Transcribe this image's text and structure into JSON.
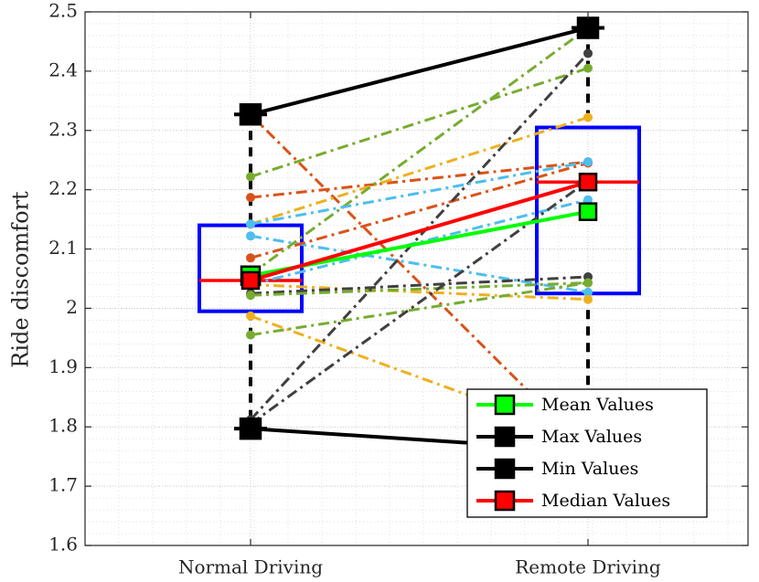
{
  "chart_data": {
    "type": "box",
    "ylabel": "Ride discomfort",
    "xlabel": "",
    "ylim": [
      1.6,
      2.5
    ],
    "yticks": [
      1.6,
      1.7,
      1.8,
      1.9,
      2,
      2.1,
      2.2,
      2.3,
      2.4,
      2.5
    ],
    "ytick_labels": [
      "1.6",
      "1.7",
      "1.8",
      "1.9",
      "2",
      "2.1",
      "2.2",
      "2.3",
      "2.4",
      "2.5"
    ],
    "categories": [
      "Normal Driving",
      "Remote Driving"
    ],
    "grid": true,
    "minor_grid": true,
    "legend_position": "bottom-right",
    "box": {
      "normal": {
        "q1": 1.995,
        "q3": 2.14,
        "median": 2.047,
        "mean": 2.055,
        "min": 1.797,
        "max": 2.327
      },
      "remote": {
        "q1": 2.025,
        "q3": 2.305,
        "median": 2.213,
        "mean": 2.163,
        "min": 1.76,
        "max": 2.473
      }
    },
    "participants": [
      {
        "normal": 2.327,
        "remote": 1.76,
        "color": "#D95319"
      },
      {
        "normal": 2.222,
        "remote": 2.405,
        "color": "#77AC30"
      },
      {
        "normal": 2.187,
        "remote": 2.247,
        "color": "#D95319"
      },
      {
        "normal": 2.142,
        "remote": 2.322,
        "color": "#EDB120"
      },
      {
        "normal": 2.122,
        "remote": 2.027,
        "color": "#4DBEEE"
      },
      {
        "normal": 2.085,
        "remote": 2.245,
        "color": "#D95319"
      },
      {
        "normal": 2.057,
        "remote": 2.473,
        "color": "#77AC30"
      },
      {
        "normal": 2.04,
        "remote": 2.183,
        "color": "#4DBEEE"
      },
      {
        "normal": 2.04,
        "remote": 2.015,
        "color": "#EDB120"
      },
      {
        "normal": 2.025,
        "remote": 2.053,
        "color": "#404040"
      },
      {
        "normal": 2.022,
        "remote": 2.043,
        "color": "#77AC30"
      },
      {
        "normal": 1.987,
        "remote": 1.78,
        "color": "#EDB120"
      },
      {
        "normal": 1.955,
        "remote": 2.043,
        "color": "#77AC30"
      },
      {
        "normal": 1.812,
        "remote": 2.43,
        "color": "#404040"
      },
      {
        "normal": 1.805,
        "remote": 2.215,
        "color": "#404040"
      },
      {
        "normal": 2.142,
        "remote": 2.247,
        "color": "#4DBEEE"
      }
    ],
    "legend": [
      {
        "label": "Mean Values",
        "line_color": "#00FF00",
        "marker_color": "#00FF00"
      },
      {
        "label": "Max Values",
        "line_color": "#000000",
        "marker_color": "#000000"
      },
      {
        "label": "Min Values",
        "line_color": "#000000",
        "marker_color": "#000000"
      },
      {
        "label": "Median Values",
        "line_color": "#FF0000",
        "marker_color": "#FF0000"
      }
    ],
    "colors": {
      "box": "#0000FF",
      "mean": "#00FF00",
      "median": "#FF0000",
      "extreme": "#000000",
      "grid": "#d9d9d9",
      "axis": "#262626"
    }
  }
}
